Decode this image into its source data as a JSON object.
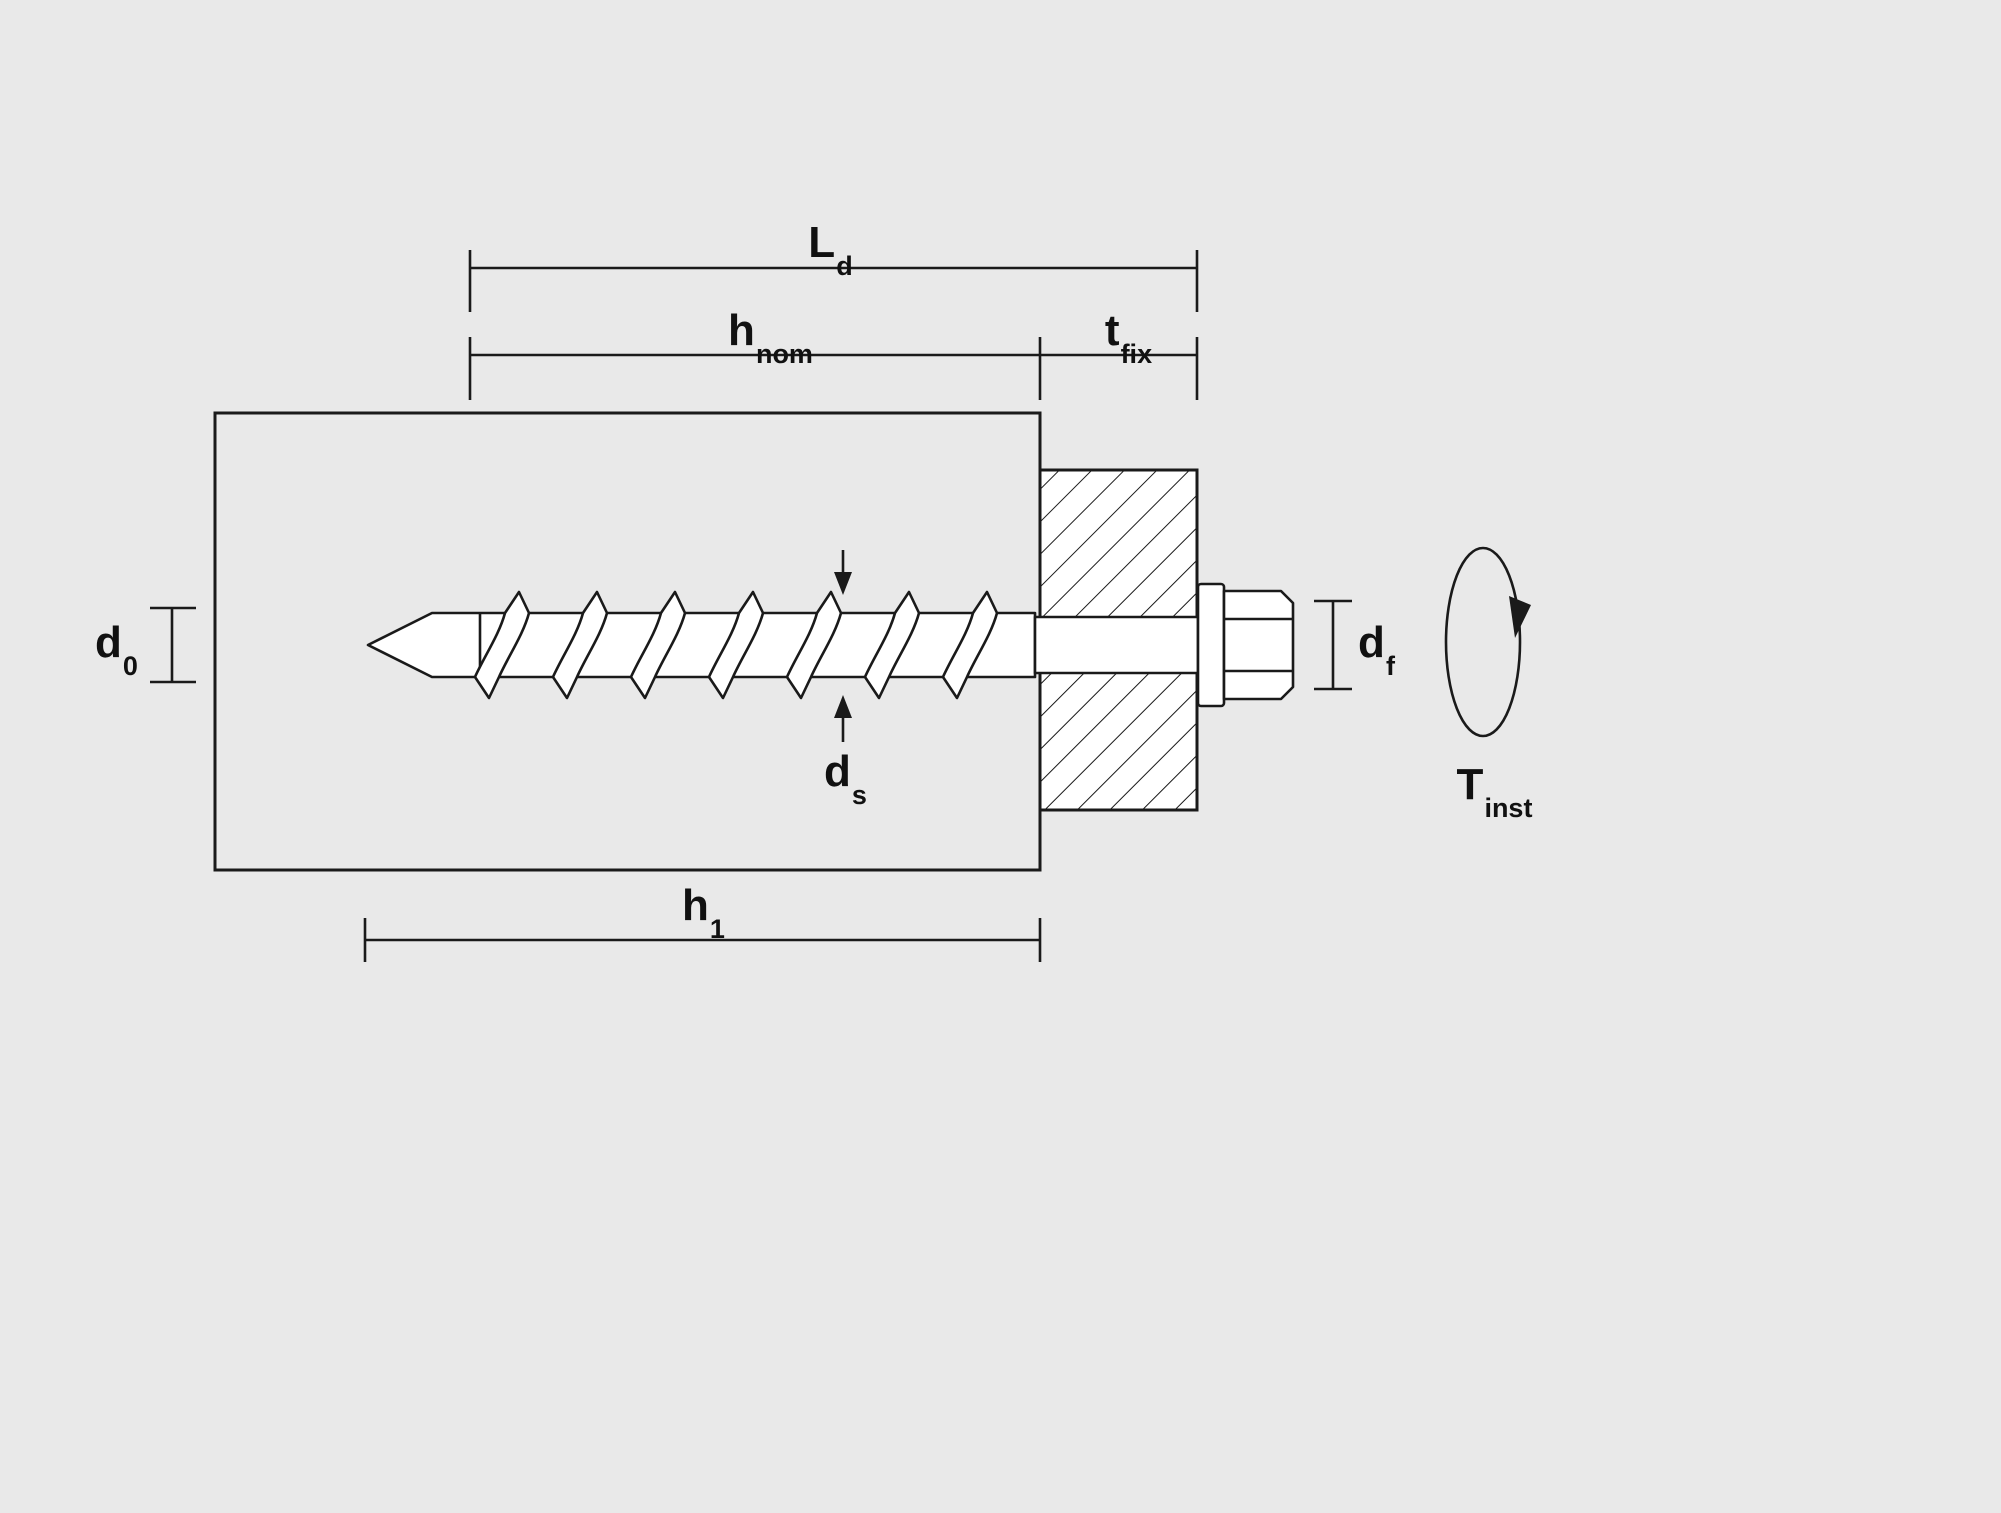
{
  "diagram": {
    "type": "screw-anchor-installation-dimension-diagram",
    "colors": {
      "background": "#e9e9e9",
      "line": "#1a1a1a",
      "fill": "#ffffff",
      "text": "#111111"
    },
    "labels": {
      "ld": {
        "main": "L",
        "sub": "d"
      },
      "hnom": {
        "main": "h",
        "sub": "nom"
      },
      "tfix": {
        "main": "t",
        "sub": "fix"
      },
      "d0": {
        "main": "d",
        "sub": "0"
      },
      "ds": {
        "main": "d",
        "sub": "s"
      },
      "df": {
        "main": "d",
        "sub": "f"
      },
      "h1": {
        "main": "h",
        "sub": "1"
      },
      "tinst": {
        "main": "T",
        "sub": "inst"
      }
    }
  }
}
